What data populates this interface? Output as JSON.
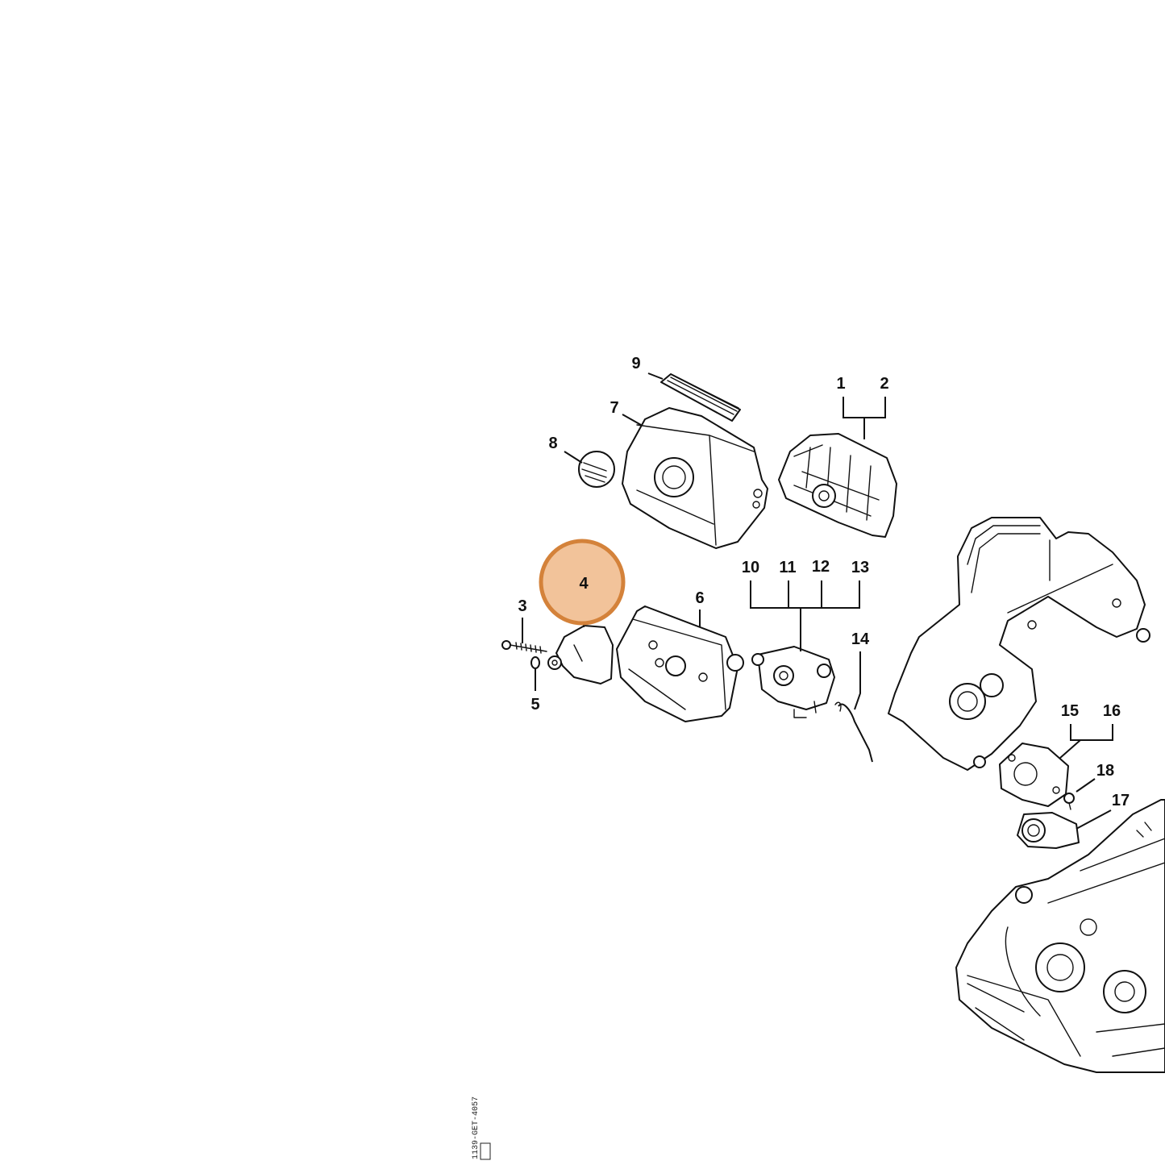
{
  "diagram": {
    "callouts": [
      {
        "id": "1",
        "label": "1"
      },
      {
        "id": "2",
        "label": "2"
      },
      {
        "id": "3",
        "label": "3"
      },
      {
        "id": "4",
        "label": "4"
      },
      {
        "id": "5",
        "label": "5"
      },
      {
        "id": "6",
        "label": "6"
      },
      {
        "id": "7",
        "label": "7"
      },
      {
        "id": "8",
        "label": "8"
      },
      {
        "id": "9",
        "label": "9"
      },
      {
        "id": "10",
        "label": "10"
      },
      {
        "id": "11",
        "label": "11"
      },
      {
        "id": "12",
        "label": "12"
      },
      {
        "id": "13",
        "label": "13"
      },
      {
        "id": "14",
        "label": "14"
      },
      {
        "id": "15",
        "label": "15"
      },
      {
        "id": "16",
        "label": "16"
      },
      {
        "id": "17",
        "label": "17"
      },
      {
        "id": "18",
        "label": "18"
      }
    ],
    "highlighted_callout": "4",
    "highlight_color": "#d4823a",
    "highlight_fill": "#f2c39a",
    "drawing_code": "1139-GET-4057"
  }
}
